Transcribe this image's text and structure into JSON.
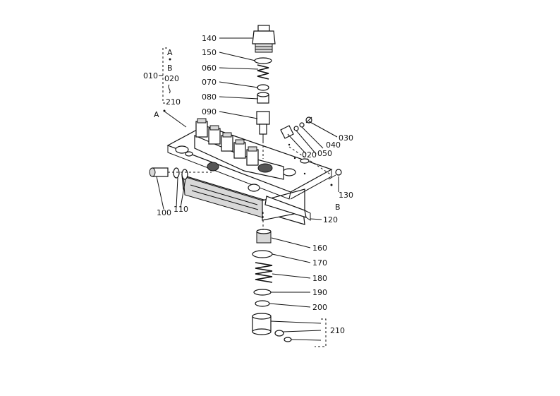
{
  "labels": {
    "p140": "140",
    "p150": "150",
    "p060": "060",
    "p070": "070",
    "p080": "080",
    "p090": "090",
    "p030": "030",
    "p040": "040",
    "p050": "050",
    "p020": "020",
    "p130": "130",
    "pB": "B",
    "p120": "120",
    "p100": "100",
    "p110": "110",
    "pA": "A",
    "p160": "160",
    "p170": "170",
    "p180": "180",
    "p190": "190",
    "p200": "200",
    "p210": "210"
  },
  "group_legend": {
    "main": "010",
    "a": "A",
    "b": "B",
    "sub1": "020",
    "sub2": "210"
  }
}
